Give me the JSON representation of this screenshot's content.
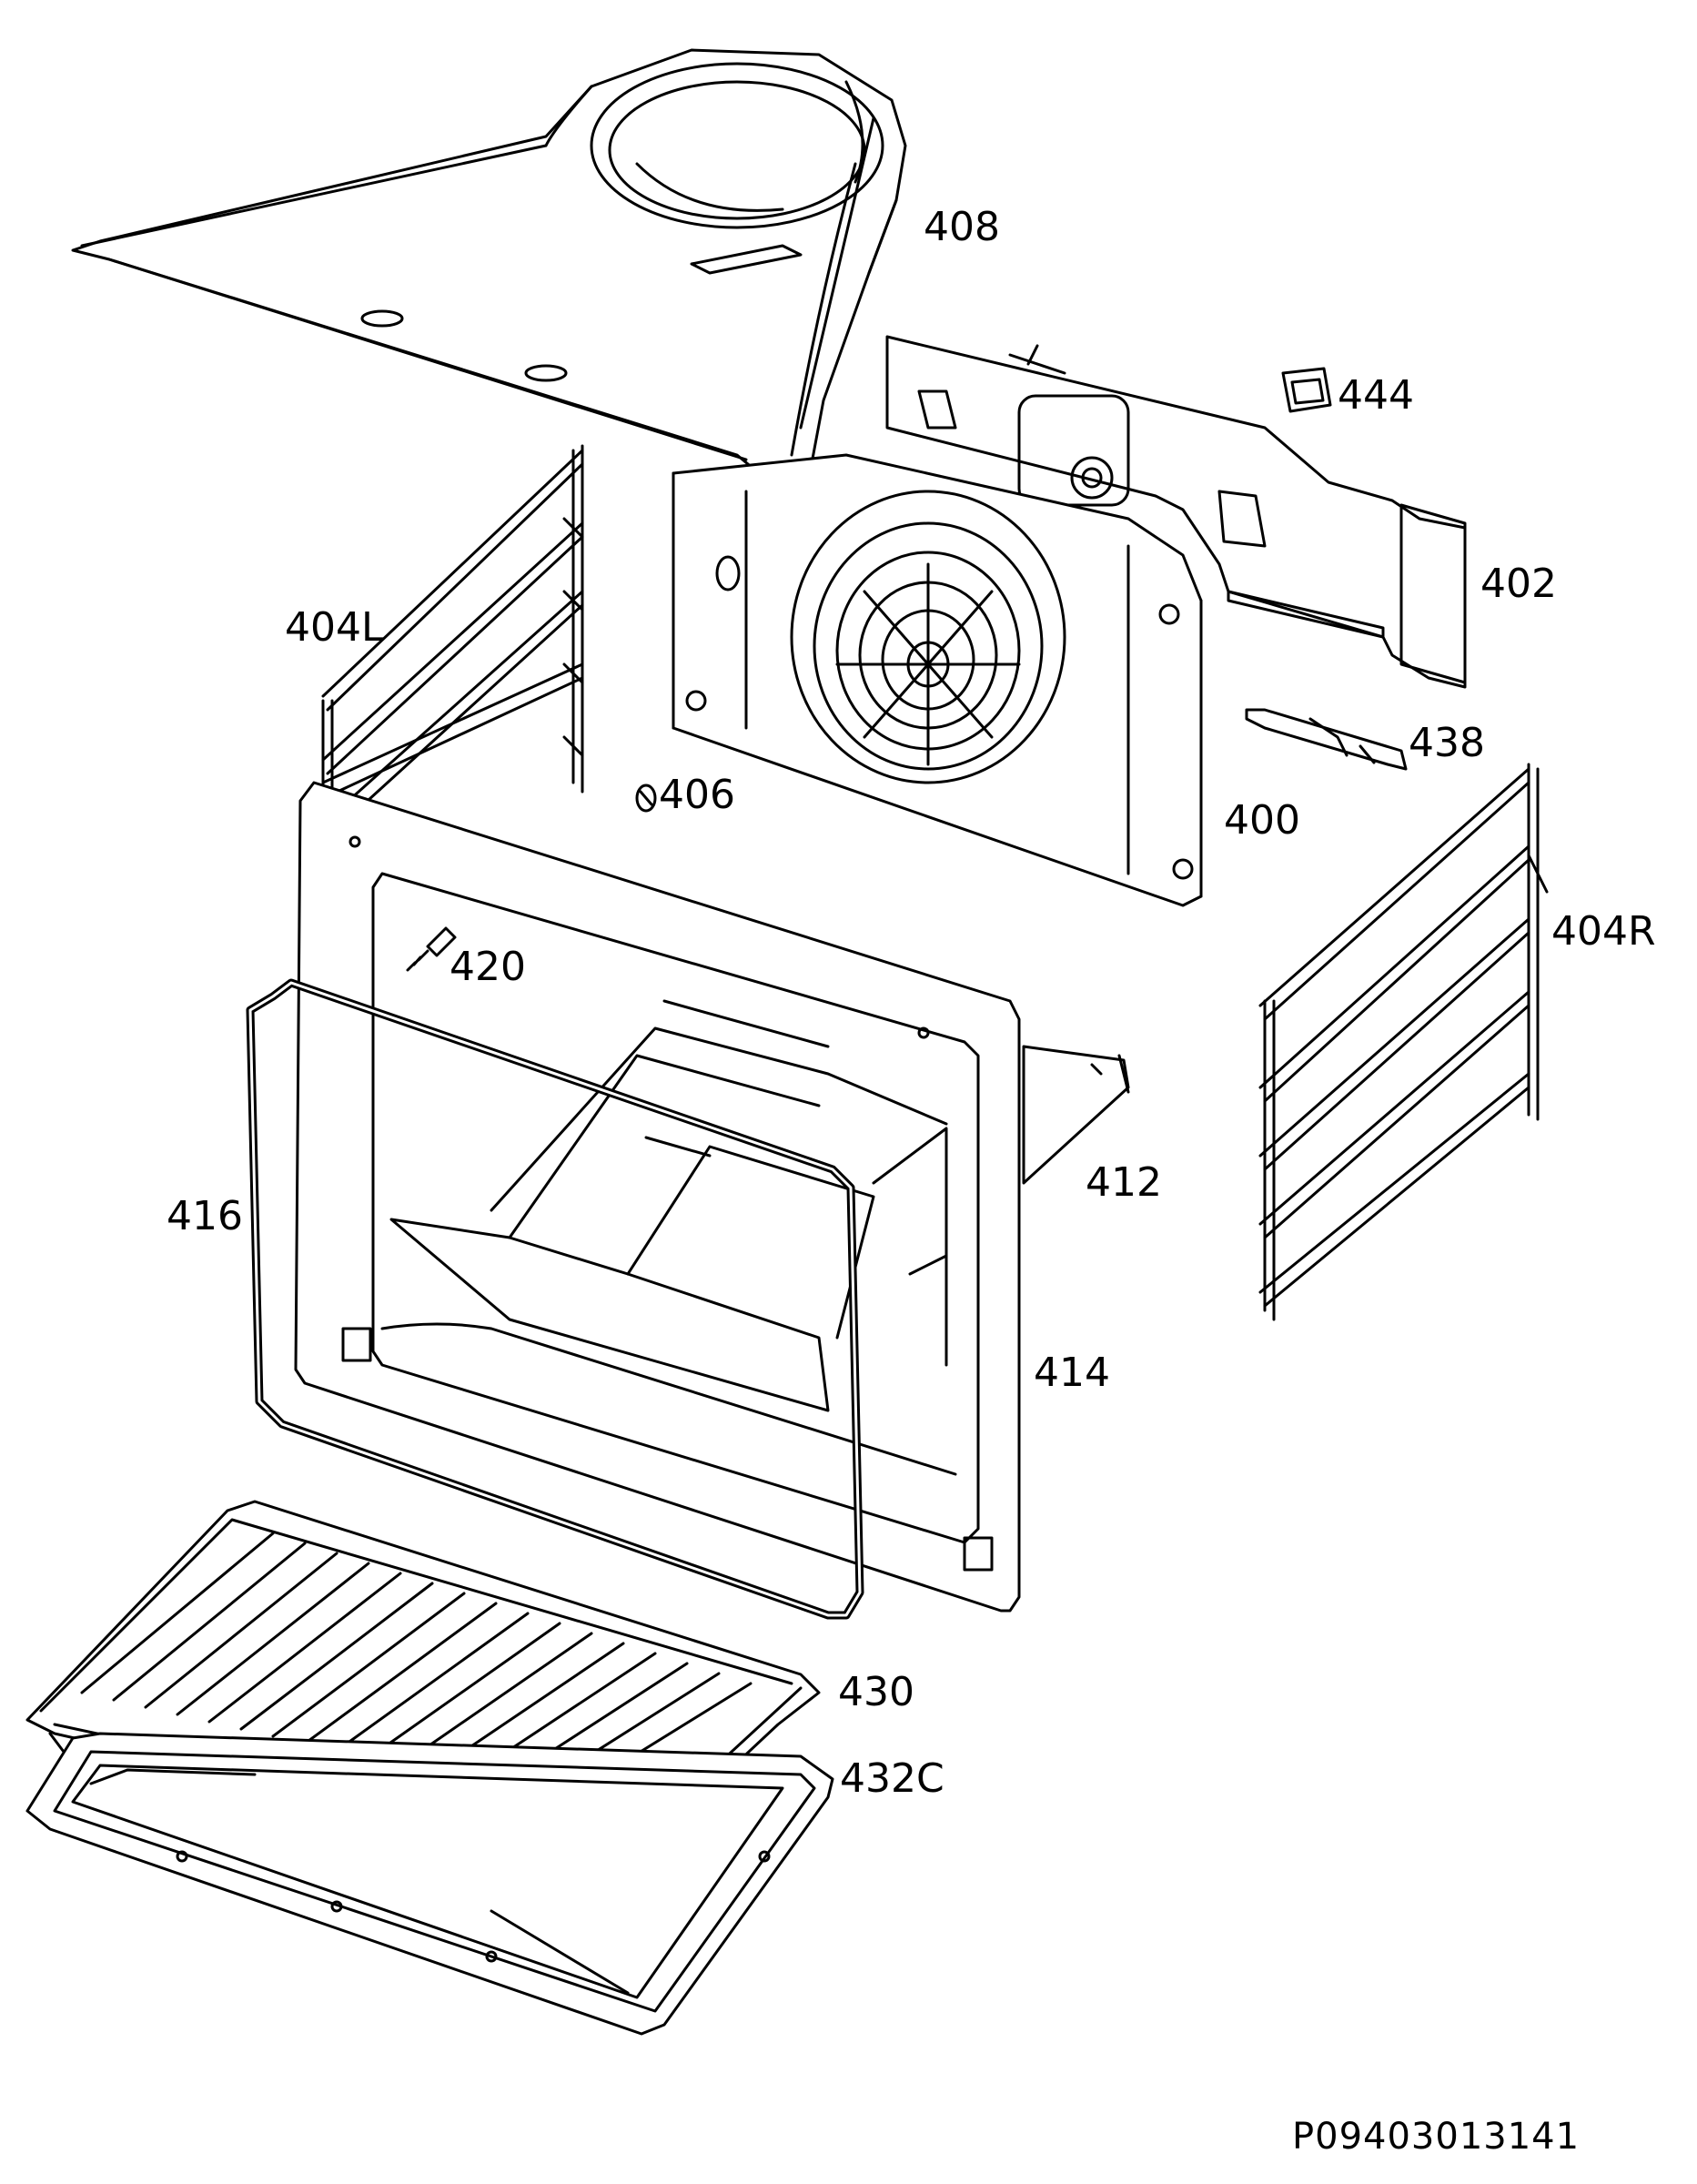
{
  "colors": {
    "line": "#000000",
    "background": "#ffffff",
    "fill": "#ffffff"
  },
  "parts": [
    {
      "id": "408",
      "label": "408"
    },
    {
      "id": "444",
      "label": "444"
    },
    {
      "id": "402",
      "label": "402"
    },
    {
      "id": "404L",
      "label": "404L"
    },
    {
      "id": "438",
      "label": "438"
    },
    {
      "id": "406",
      "label": "406"
    },
    {
      "id": "400",
      "label": "400"
    },
    {
      "id": "404R",
      "label": "404R"
    },
    {
      "id": "420",
      "label": "420"
    },
    {
      "id": "412",
      "label": "412"
    },
    {
      "id": "416",
      "label": "416"
    },
    {
      "id": "414",
      "label": "414"
    },
    {
      "id": "430",
      "label": "430"
    },
    {
      "id": "432C",
      "label": "432C"
    }
  ],
  "drawing_ref": "P09403013141"
}
